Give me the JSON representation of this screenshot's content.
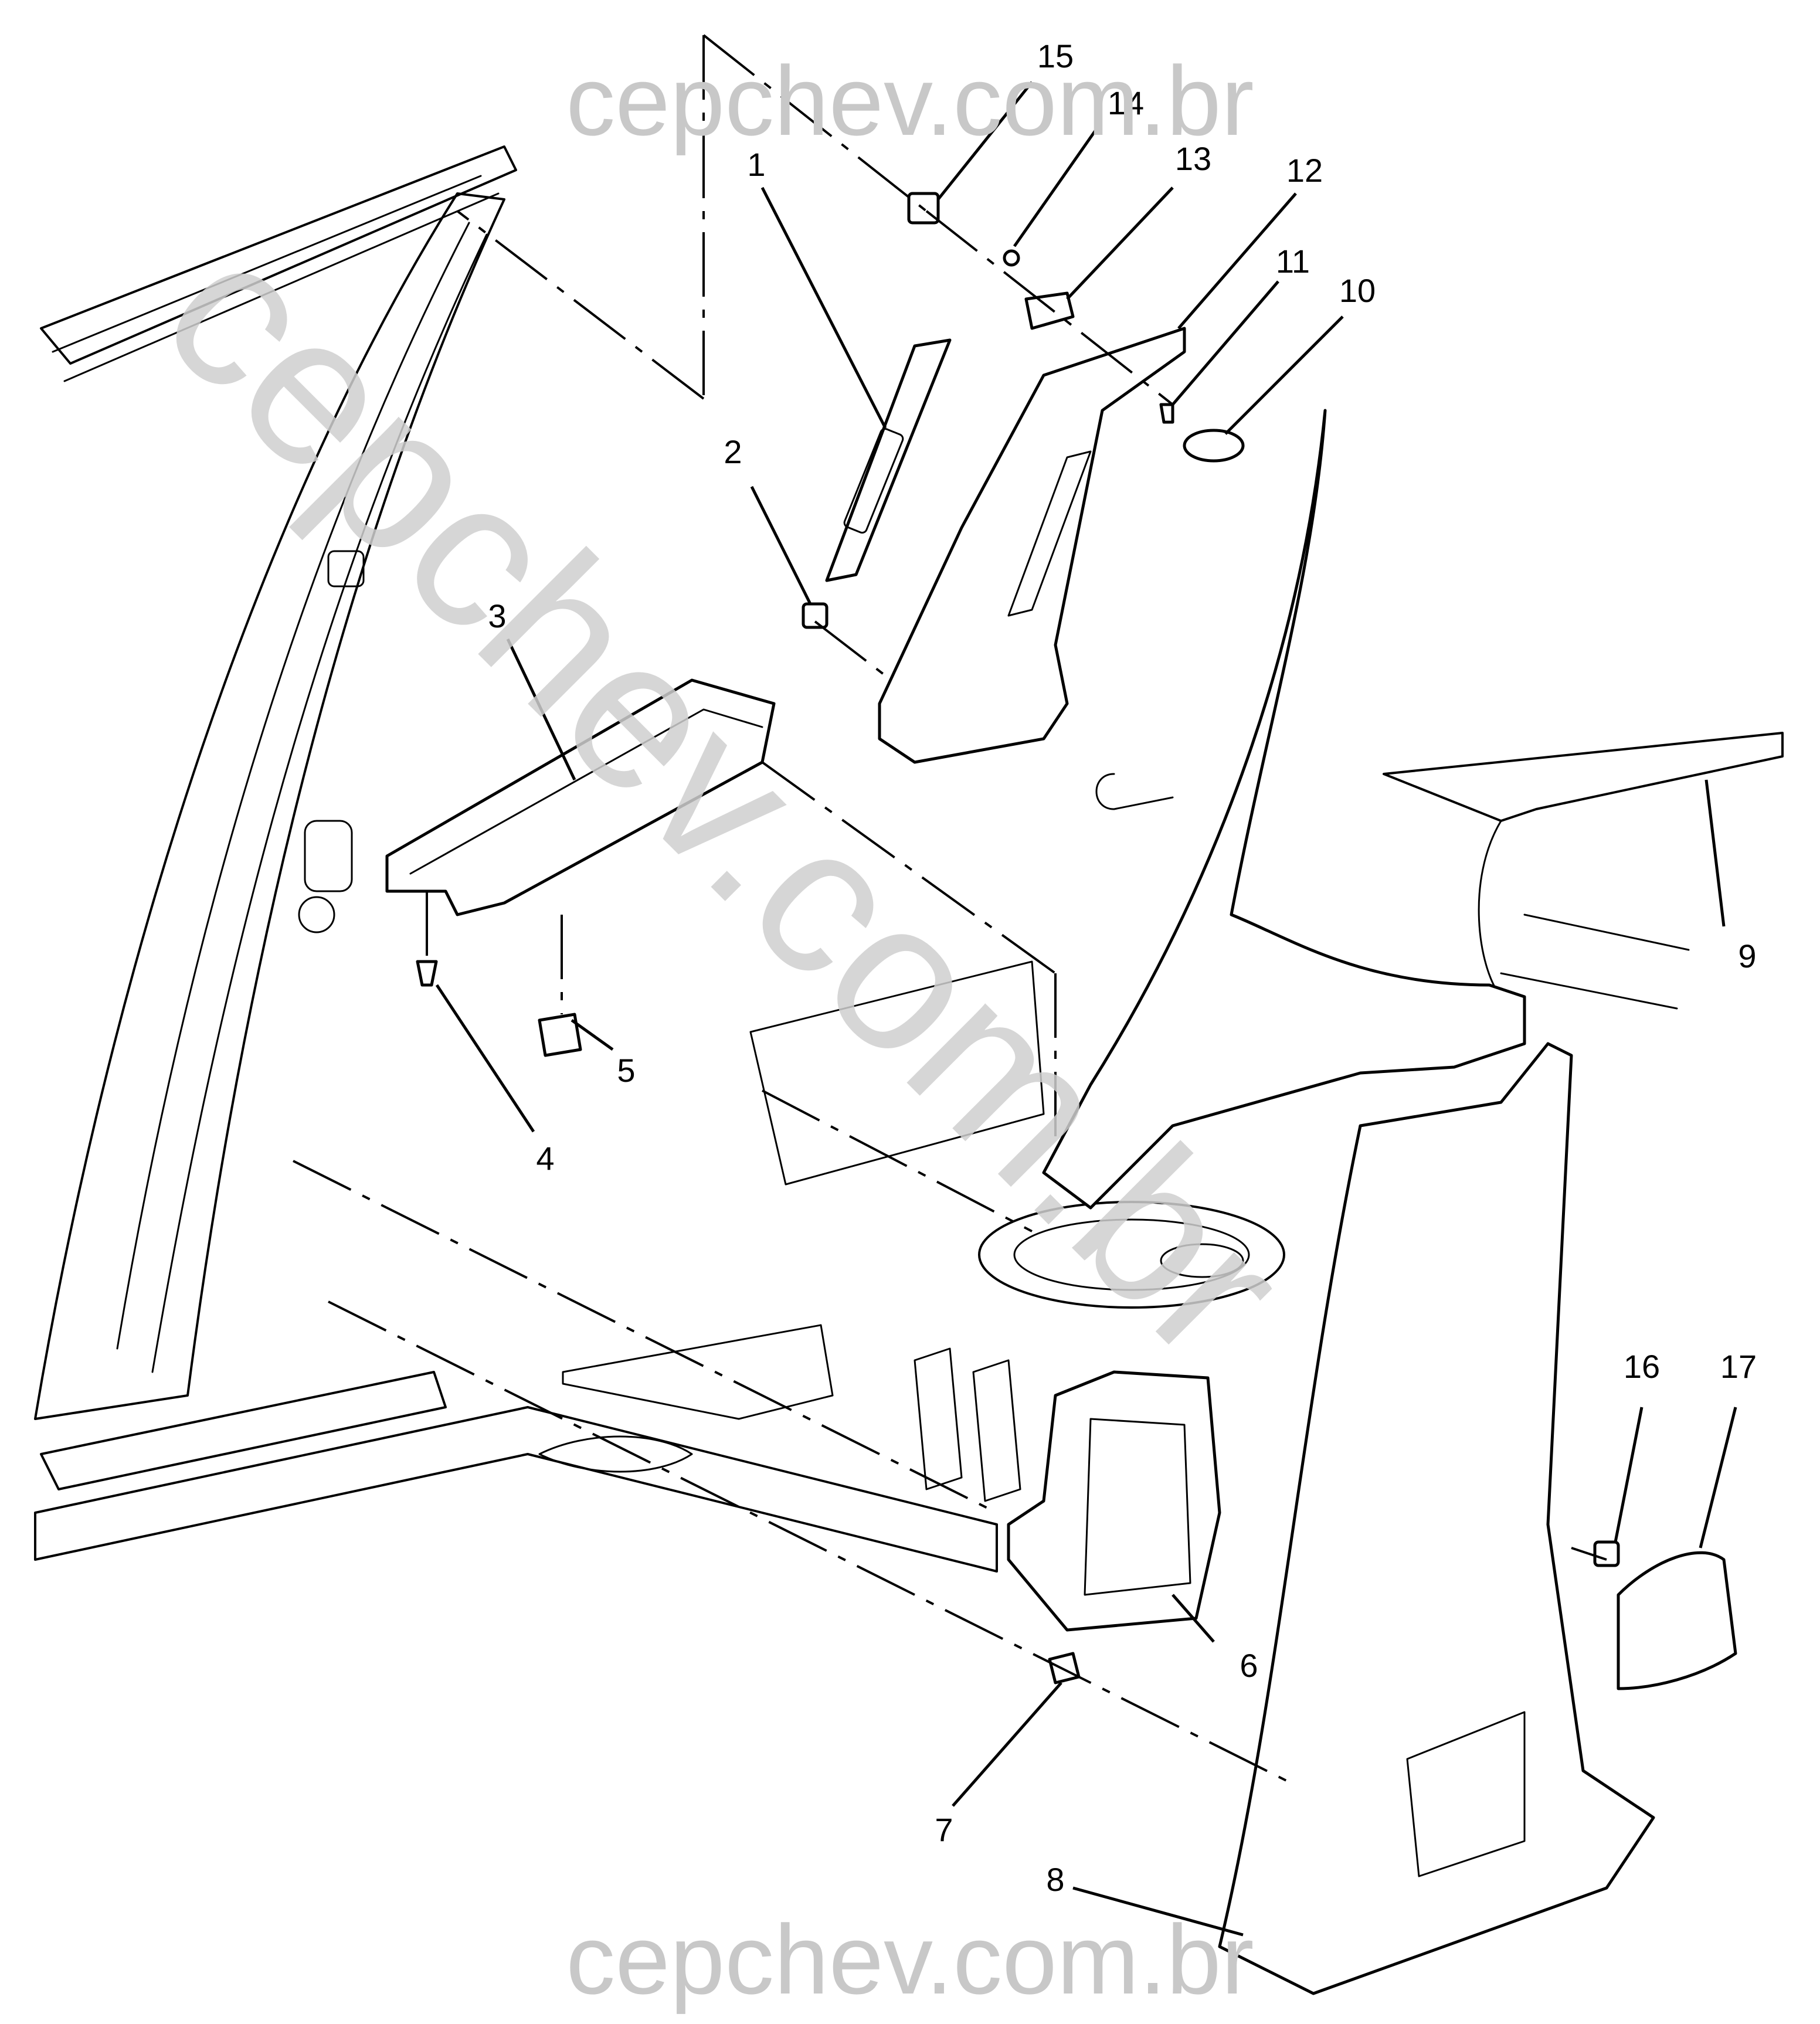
{
  "watermark": {
    "top": "cepchev.com.br",
    "bottom": "cepchev.com.br",
    "diagonal": "cepchev.com.br"
  },
  "callouts": [
    {
      "id": "1",
      "label": "1"
    },
    {
      "id": "2",
      "label": "2"
    },
    {
      "id": "3",
      "label": "3"
    },
    {
      "id": "4",
      "label": "4"
    },
    {
      "id": "5",
      "label": "5"
    },
    {
      "id": "6",
      "label": "6"
    },
    {
      "id": "7",
      "label": "7"
    },
    {
      "id": "8",
      "label": "8"
    },
    {
      "id": "9",
      "label": "9"
    },
    {
      "id": "10",
      "label": "10"
    },
    {
      "id": "11",
      "label": "11"
    },
    {
      "id": "12",
      "label": "12"
    },
    {
      "id": "13",
      "label": "13"
    },
    {
      "id": "14",
      "label": "14"
    },
    {
      "id": "15",
      "label": "15"
    },
    {
      "id": "16",
      "label": "16"
    },
    {
      "id": "17",
      "label": "17"
    }
  ]
}
